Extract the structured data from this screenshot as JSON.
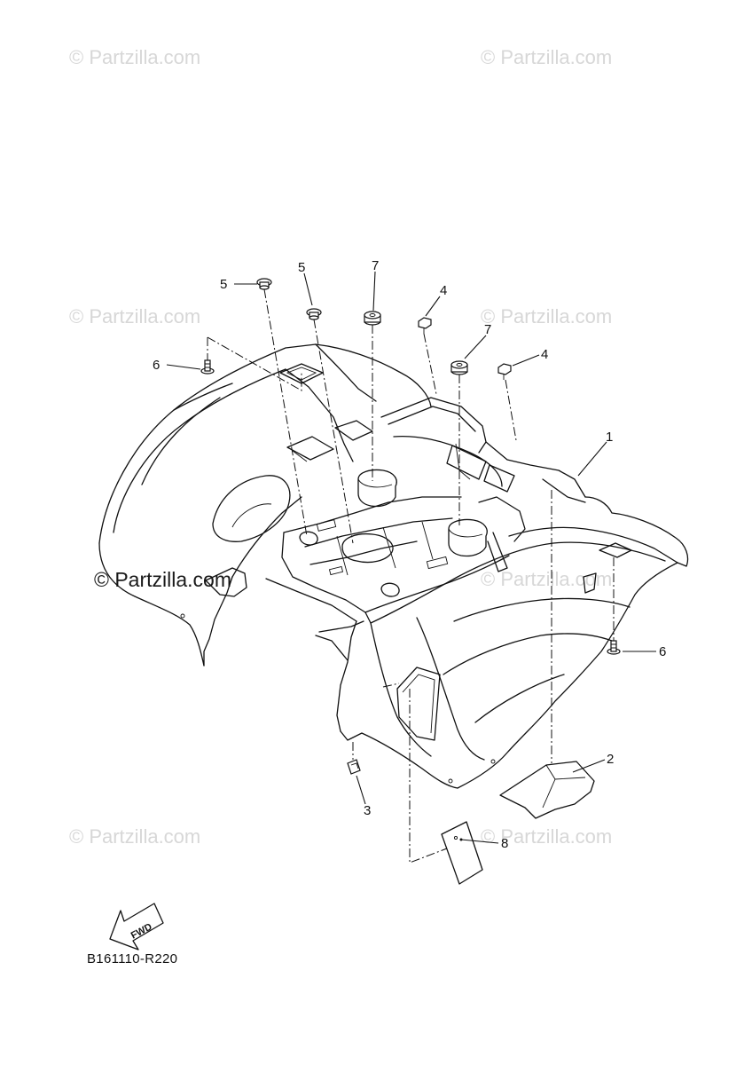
{
  "watermark_text": "© Partzilla.com",
  "main_watermark": "© Partzilla.com",
  "diagram_code": "B161110-R220",
  "fwd_label": "FWD",
  "callouts": [
    {
      "label": "1"
    },
    {
      "label": "2"
    },
    {
      "label": "3"
    },
    {
      "label": "4"
    },
    {
      "label": "4"
    },
    {
      "label": "5"
    },
    {
      "label": "5"
    },
    {
      "label": "6"
    },
    {
      "label": "6"
    },
    {
      "label": "7"
    },
    {
      "label": "7"
    },
    {
      "label": "8"
    }
  ]
}
